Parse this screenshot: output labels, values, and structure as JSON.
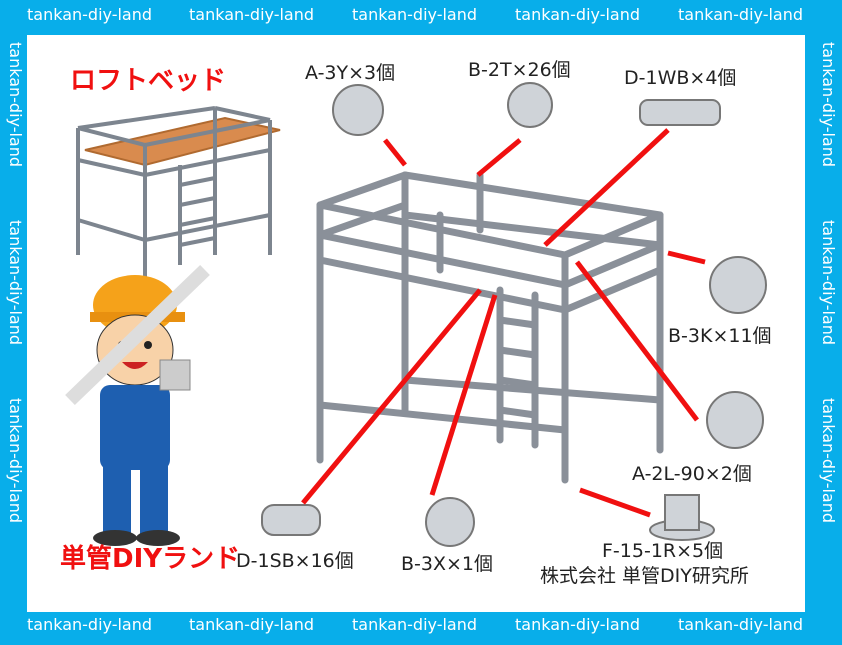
{
  "watermark": "tankan-diy-land",
  "titles": {
    "loft_bed": "ロフトベッド",
    "brand": "単管DIYランド"
  },
  "parts": [
    {
      "code": "A-3Y×3個"
    },
    {
      "code": "B-2T×26個"
    },
    {
      "code": "D-1WB×4個"
    },
    {
      "code": "B-3K×11個"
    },
    {
      "code": "A-2L-90×2個"
    },
    {
      "code": "D-1SB×16個"
    },
    {
      "code": "B-3X×1個"
    },
    {
      "code": "F-15-1R×5個"
    }
  ],
  "company": "株式会社 単管DIY研究所",
  "colors": {
    "border": "#08aeea",
    "accent": "#f01010",
    "pipe": "#8a9099"
  }
}
